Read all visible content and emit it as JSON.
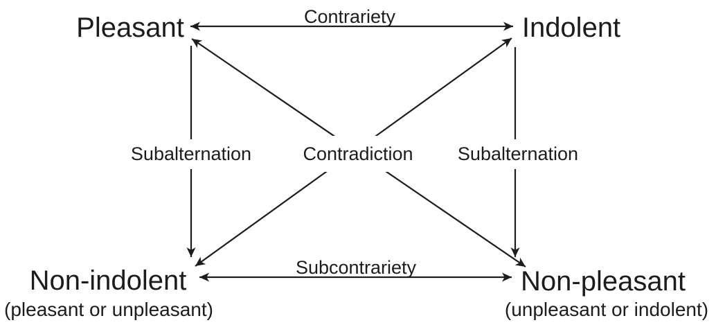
{
  "diagram": {
    "kind": "square-of-opposition",
    "colors": {
      "ink": "#1c1c1c",
      "background": "#ffffff"
    },
    "nodes": {
      "top_left": {
        "label": "Pleasant"
      },
      "top_right": {
        "label": "Indolent"
      },
      "bottom_left": {
        "label": "Non-indolent",
        "sublabel": "(pleasant or unpleasant)"
      },
      "bottom_right": {
        "label": "Non-pleasant",
        "sublabel": "(unpleasant or indolent)"
      }
    },
    "relations": {
      "top": {
        "label": "Contrariety",
        "arrow": "double-headed"
      },
      "bottom": {
        "label": "Subcontrariety",
        "arrow": "double-headed"
      },
      "left": {
        "label": "Subalternation",
        "arrow": "downward"
      },
      "right": {
        "label": "Subalternation",
        "arrow": "downward"
      },
      "diagonals": {
        "label": "Contradiction",
        "arrow": "double-headed"
      }
    }
  }
}
